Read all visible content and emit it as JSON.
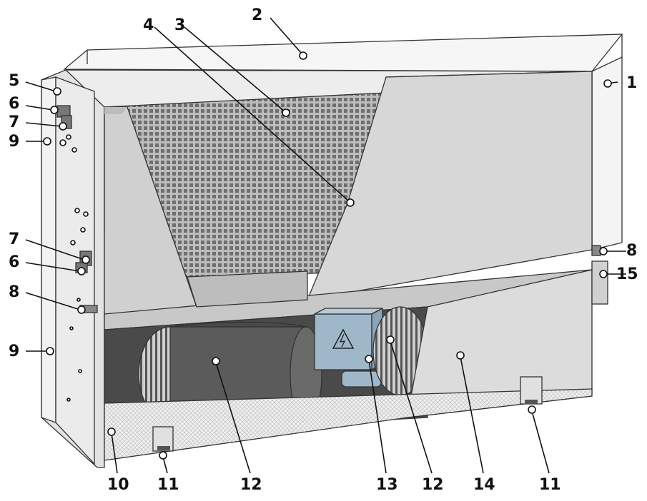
{
  "callouts": {
    "c1": "1",
    "c2": "2",
    "c3": "3",
    "c4": "4",
    "c5": "5",
    "c6a": "6",
    "c6b": "6",
    "c7a": "7",
    "c7b": "7",
    "c8a": "8",
    "c8b": "8",
    "c9a": "9",
    "c9b": "9",
    "c10": "10",
    "c11a": "11",
    "c11b": "11",
    "c12a": "12",
    "c12b": "12",
    "c13": "13",
    "c14": "14",
    "c15": "15"
  },
  "colors": {
    "panel": "#d9d9d9",
    "panel_dark": "#c4c4c4",
    "coil": "#8a8a8a",
    "motor_box": "#9fb8c9",
    "filter": "#e8e8e8",
    "outline": "#333333"
  },
  "icons": {
    "hazard": "electric-hazard-icon"
  }
}
